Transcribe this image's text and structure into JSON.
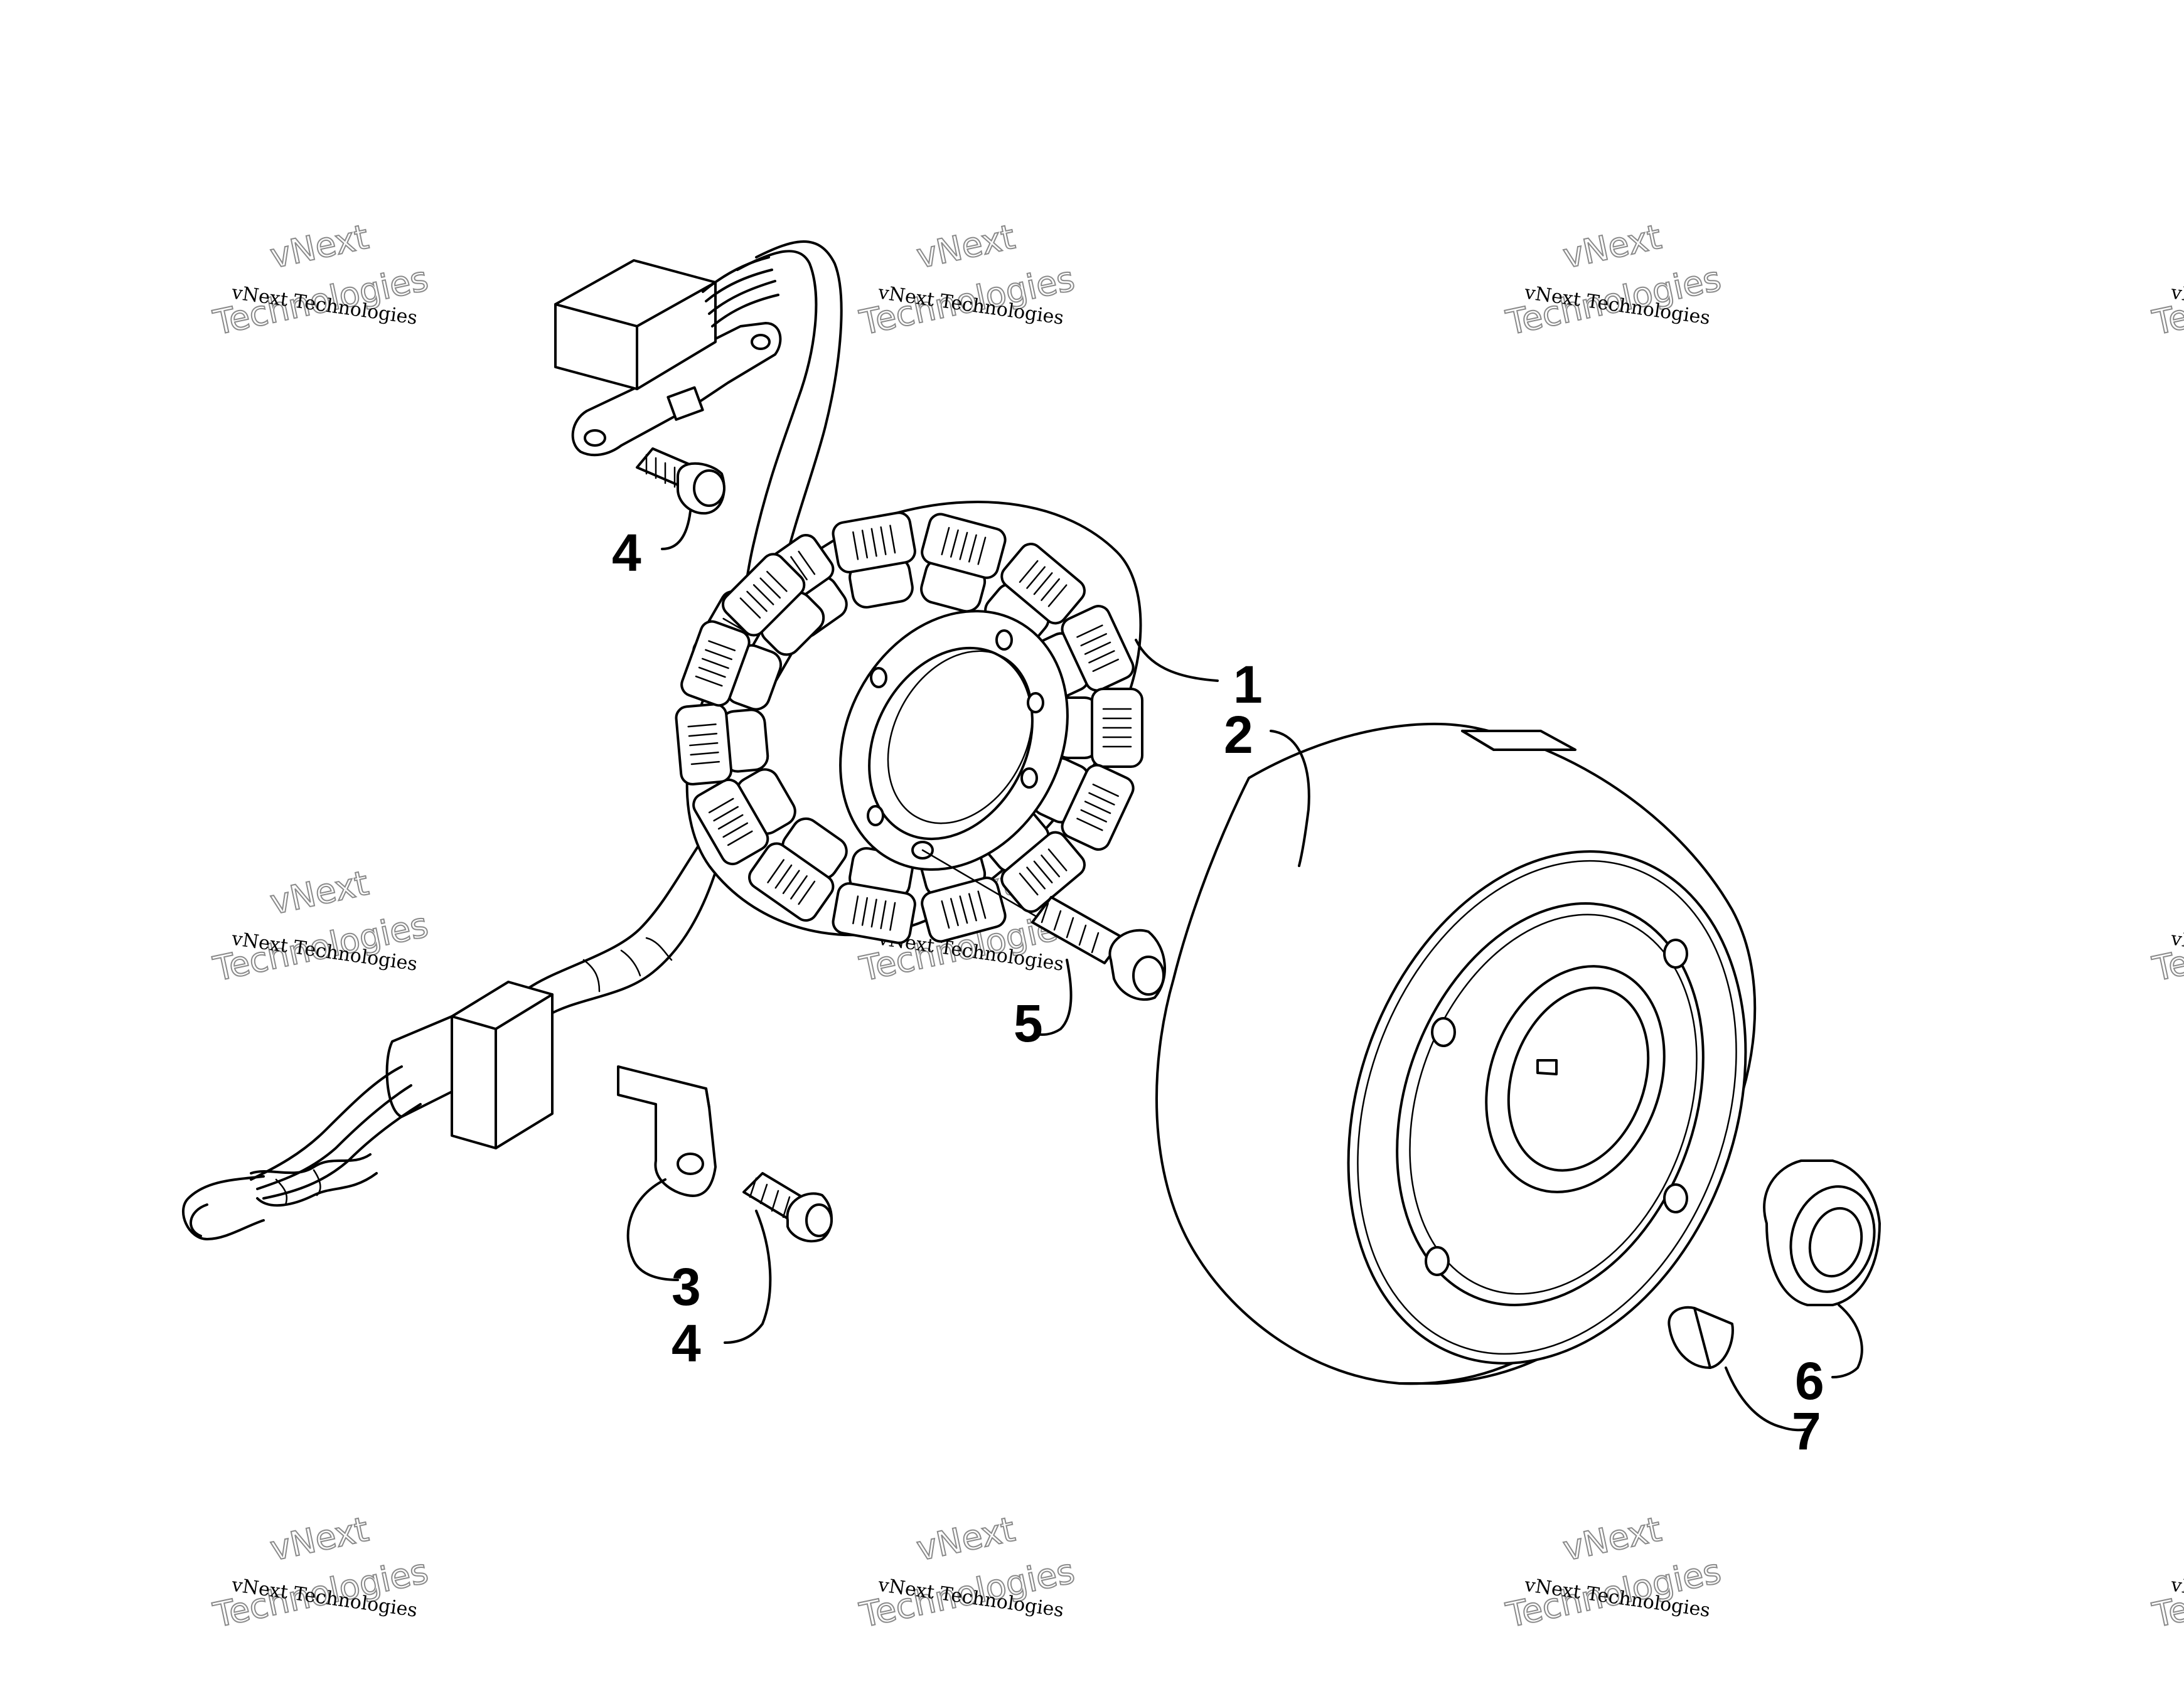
{
  "callouts": {
    "c1": "1",
    "c2": "2",
    "c3": "3",
    "c4a": "4",
    "c4b": "4",
    "c5": "5",
    "c6": "6",
    "c7": "7"
  },
  "watermark": {
    "line_a": "vNext Technologies",
    "line_b": "vNext",
    "line_c": "Technologies"
  },
  "colors": {
    "ink": "#000000",
    "paper": "#ffffff",
    "watermark": "#8a8a8a"
  }
}
